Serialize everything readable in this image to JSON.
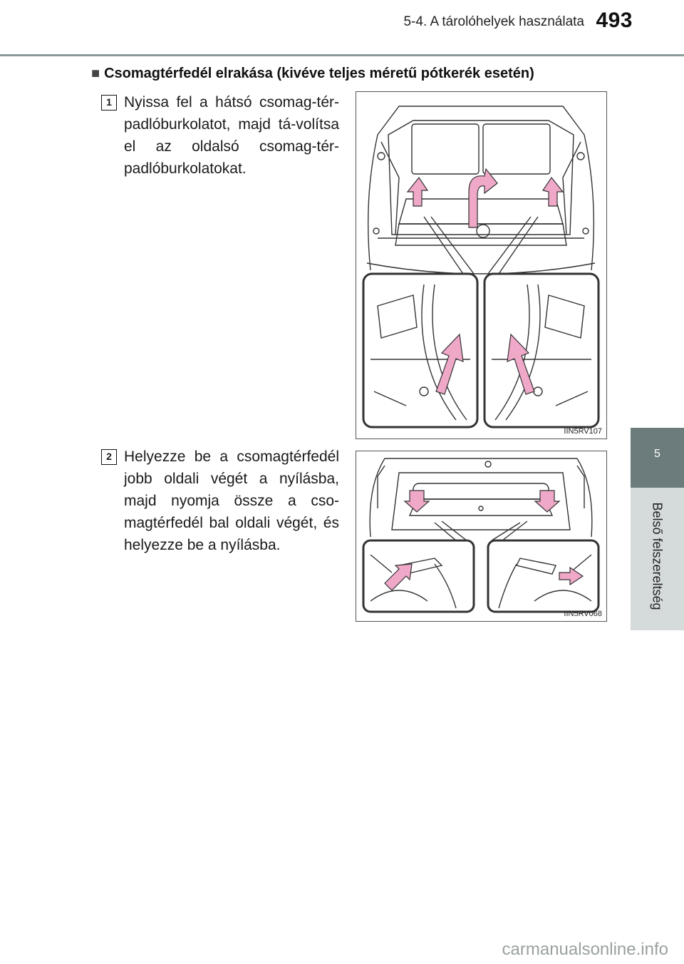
{
  "header": {
    "section_title": "5-4. A tárolóhelyek használata",
    "page_number": "493"
  },
  "side_tab": {
    "chapter_number": "5",
    "chapter_label": "Belső felszereltség"
  },
  "section": {
    "bullet": "■",
    "heading": "Csomagtérfedél elrakása (kivéve teljes méretű pótkerék esetén)"
  },
  "steps": [
    {
      "number": "1",
      "text": "Nyissa fel a hátsó csomag-tér-padlóburkolatot, majd tá-volítsa el az oldalsó csomag-tér-padlóburkolatokat.",
      "figure_code": "IIN5RV107"
    },
    {
      "number": "2",
      "text": "Helyezze be a csomagtérfedél jobb oldali végét a nyílásba, majd nyomja össze a cso-magtérfedél bal oldali végét, és helyezze be a nyílásba.",
      "figure_code": "IIN5RV068"
    }
  ],
  "footer": {
    "watermark": "carmanualsonline.info"
  },
  "colors": {
    "arrow_fill": "#f0a8c8",
    "tab_dark": "#6c7b7b",
    "tab_light": "#d5dada",
    "rule": "#8a9a9a"
  }
}
